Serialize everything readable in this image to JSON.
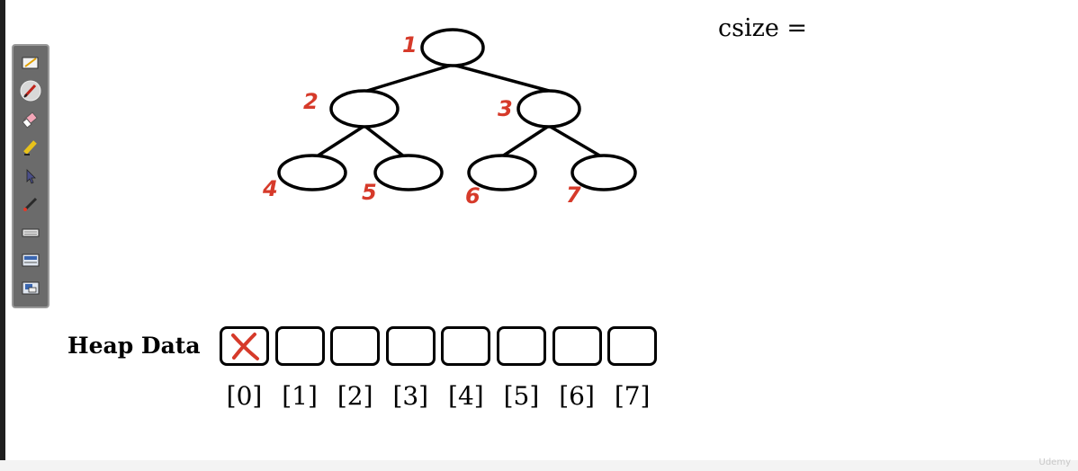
{
  "toolbar": {
    "tools": [
      {
        "name": "whiteboard-icon"
      },
      {
        "name": "pen-icon"
      },
      {
        "name": "eraser-icon"
      },
      {
        "name": "highlighter-icon"
      },
      {
        "name": "pointer-icon"
      },
      {
        "name": "laser-pen-icon"
      },
      {
        "name": "keyboard-icon"
      },
      {
        "name": "screen-capture-icon"
      },
      {
        "name": "screen-share-icon"
      }
    ]
  },
  "diagram": {
    "tree_labels": [
      "1",
      "2",
      "3",
      "4",
      "5",
      "6",
      "7"
    ],
    "annotation_color": "#d63a2a",
    "stroke_color": "#000000"
  },
  "csize": {
    "label": "csize ="
  },
  "heap": {
    "label": "Heap Data",
    "indices": [
      "[0]",
      "[1]",
      "[2]",
      "[3]",
      "[4]",
      "[5]",
      "[6]",
      "[7]"
    ],
    "crossed_cells": [
      0
    ]
  },
  "watermark": {
    "text": "Udemy"
  }
}
